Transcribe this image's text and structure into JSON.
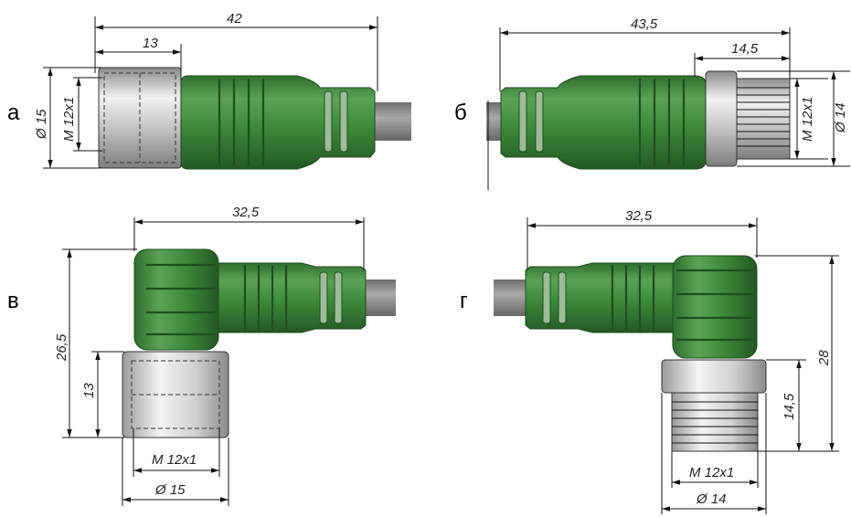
{
  "panels": {
    "a": {
      "label": "а",
      "dims": {
        "length": "42",
        "nut_length": "13",
        "diameter": "Ø 15",
        "thread": "M 12x1"
      }
    },
    "b": {
      "label": "б",
      "dims": {
        "length": "43,5",
        "nut_length": "14,5",
        "diameter": "Ø 14",
        "thread": "M 12x1"
      }
    },
    "v": {
      "label": "в",
      "dims": {
        "length": "32,5",
        "height": "26,5",
        "nut_height": "13",
        "thread": "M 12x1",
        "diameter": "Ø 15"
      }
    },
    "g": {
      "label": "г",
      "dims": {
        "length": "32,5",
        "height": "28",
        "nut_height": "14,5",
        "thread": "M 12x1",
        "diameter": "Ø 14"
      }
    }
  },
  "colors": {
    "body_green": "#3d8a3a",
    "body_green_dark": "#255c25",
    "metal": "#c9c9c9",
    "cable": "#8a8a8a"
  }
}
